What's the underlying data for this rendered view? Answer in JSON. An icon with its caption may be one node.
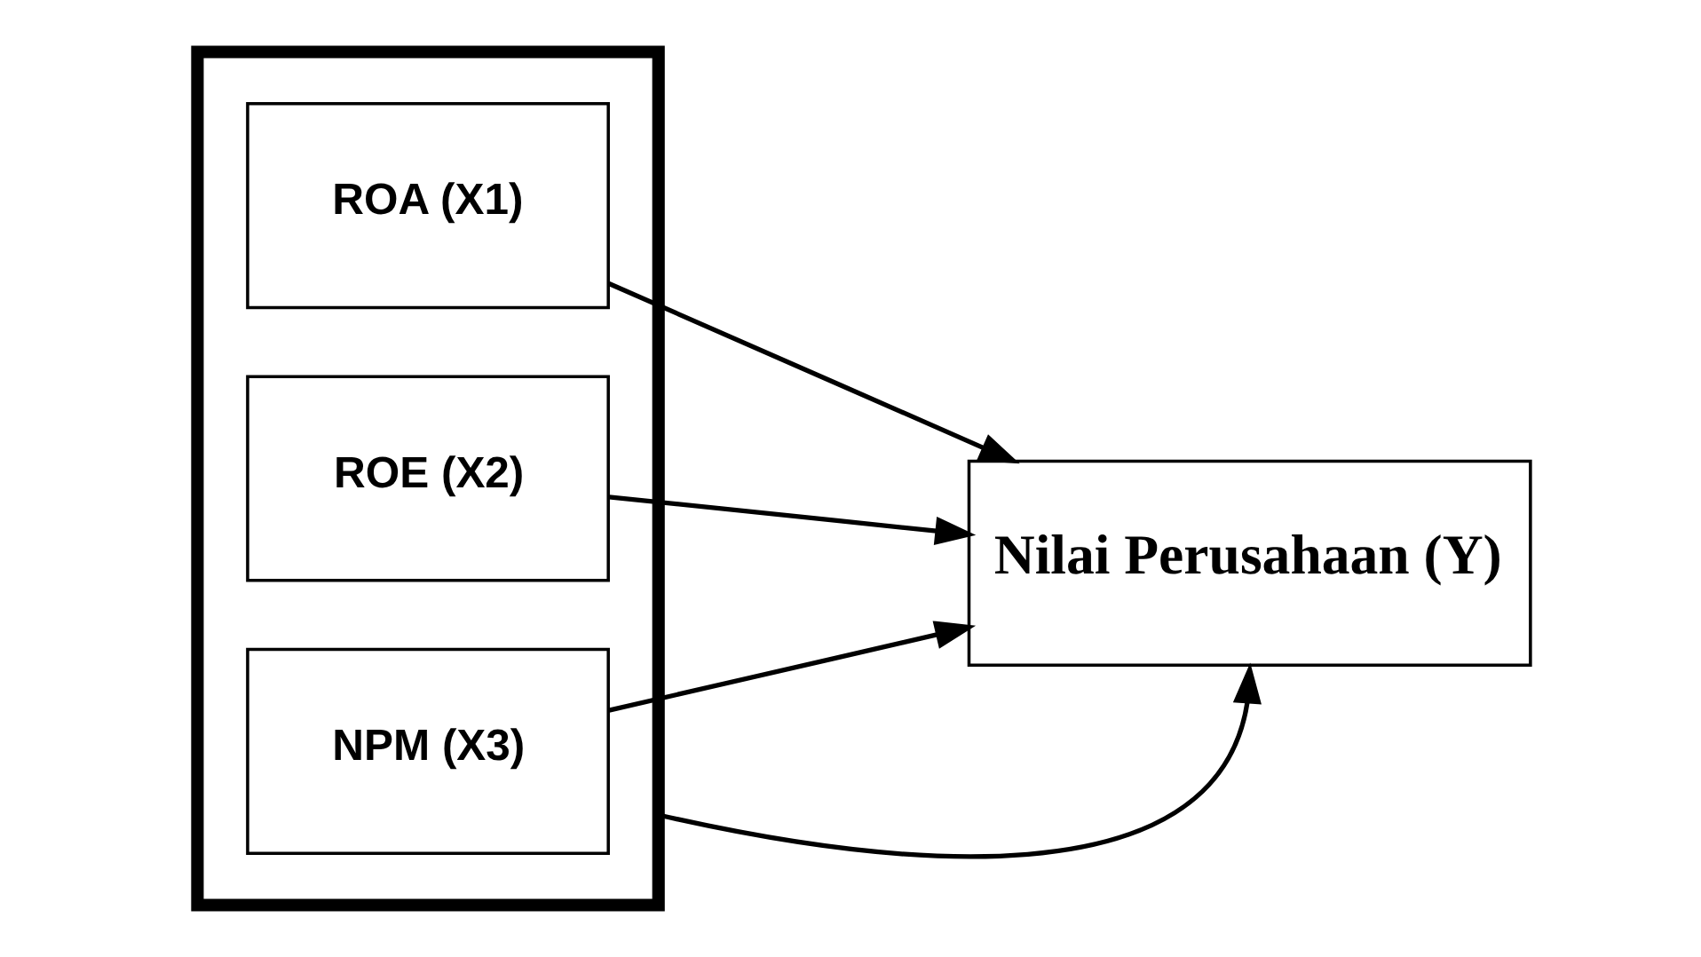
{
  "diagram": {
    "nodes": [
      {
        "text": [],
        "shape": "box"
      },
      {
        "text": [
          "ROA (X1)"
        ],
        "in": 0
      },
      {
        "text": [
          "ROE (X2)"
        ],
        "in": 0
      },
      {
        "text": [
          "NPM (X3)"
        ],
        "in": 0
      },
      {
        "text": [
          "Nilai Perusahaan (Y)"
        ]
      }
    ],
    "edges": [
      {
        "from": 1,
        "to": 4,
        "arrow": "to"
      },
      {
        "from": 2,
        "to": 4,
        "arrow": "to"
      },
      {
        "from": 3,
        "to": 4,
        "arrow": "to"
      },
      {
        "from": 0,
        "to": 4,
        "arrow": "to"
      }
    ]
  }
}
